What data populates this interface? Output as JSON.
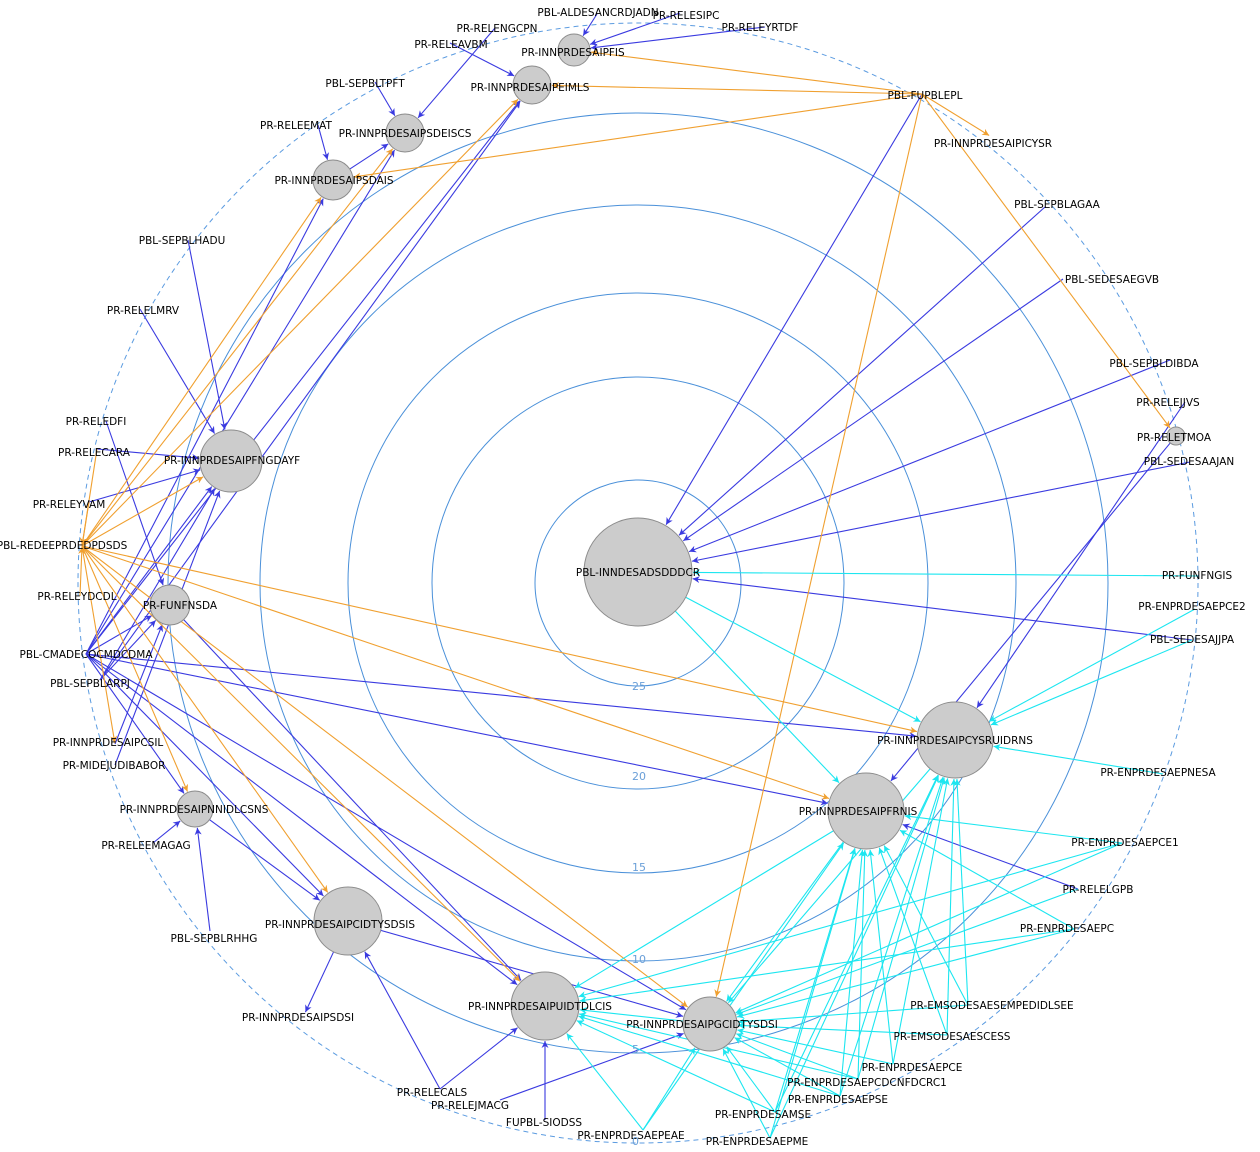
{
  "colors": {
    "background": "#ffffff",
    "ring": "#4a90d9",
    "dashed_ring": "#5b9be0",
    "ring_label": "#6a9fd8",
    "node_fill": "#cccccc",
    "node_stroke": "#8c8c8c",
    "edge_blue": "#3a3ae0",
    "edge_orange": "#f0a030",
    "edge_cyan": "#1ce6f0"
  },
  "ring_labels": [
    "25",
    "20",
    "15",
    "10",
    "5",
    "0"
  ],
  "nodes": [
    {
      "id": "center",
      "label": "PBL-INNDESADSDDDCR"
    },
    {
      "id": "cysr",
      "label": "PR-INNPRDESAIPCYSRUIDRNS"
    },
    {
      "id": "frnis",
      "label": "PR-INNPRDESAIPFRNIS"
    },
    {
      "id": "gcid",
      "label": "PR-INNPRDESAIPGCIDTYSDSI"
    },
    {
      "id": "uidt",
      "label": "PR-INNPRDESAIPUIDTDLCIS"
    },
    {
      "id": "cidty",
      "label": "PR-INNPRDESAIPCIDTYSDSIS"
    },
    {
      "id": "nnid",
      "label": "PR-INNPRDESAIPNNIDLCSNS"
    },
    {
      "id": "funf",
      "label": "PR-FUNFNSDA"
    },
    {
      "id": "pfng",
      "label": "PR-INNPRDESAIPFNGDAYF"
    },
    {
      "id": "sdais",
      "label": "PR-INNPRDESAIPSDAIS"
    },
    {
      "id": "sdei",
      "label": "PR-INNPRDESAIPSDEISCS"
    },
    {
      "id": "eiml",
      "label": "PR-INNPRDESAIPEIMLS"
    },
    {
      "id": "pfis",
      "label": "PR-INNPRDESAIPFIS"
    },
    {
      "id": "tmoa",
      "label": "PR-RELETMOA"
    },
    {
      "id": "fupb",
      "label": "PBL-FUPBLEPL"
    },
    {
      "id": "icysr",
      "label": "PR-INNPRDESAIPICYSR"
    },
    {
      "id": "sagaa",
      "label": "PBL-SEPBLAGAA"
    },
    {
      "id": "segvb",
      "label": "PBL-SEDESAEGVB"
    },
    {
      "id": "dibda",
      "label": "PBL-SEPBLDIBDA"
    },
    {
      "id": "jjvs",
      "label": "PR-RELEJJVS"
    },
    {
      "id": "ajan",
      "label": "PBL-SEDESAAJAN"
    },
    {
      "id": "fngis",
      "label": "PR-FUNFNGIS"
    },
    {
      "id": "epce2",
      "label": "PR-ENPRDESAEPCE2"
    },
    {
      "id": "ajjpa",
      "label": "PBL-SEDESAJJPA"
    },
    {
      "id": "pnesa",
      "label": "PR-ENPRDESAEPNESA"
    },
    {
      "id": "epce1",
      "label": "PR-ENPRDESAEPCE1"
    },
    {
      "id": "elgpb",
      "label": "PR-RELELGPB"
    },
    {
      "id": "epc",
      "label": "PR-ENPRDESAEPC"
    },
    {
      "id": "emso1",
      "label": "PR-EMSODESAESEMPEDIDLSEE"
    },
    {
      "id": "emso2",
      "label": "PR-EMSODESAESCESS"
    },
    {
      "id": "epce",
      "label": "PR-ENPRDESAEPCE"
    },
    {
      "id": "cdcn",
      "label": "PR-ENPRDESAEPCDCNFDCRC1"
    },
    {
      "id": "epse",
      "label": "PR-ENPRDESAEPSE"
    },
    {
      "id": "amse",
      "label": "PR-ENPRDESAMSE"
    },
    {
      "id": "epme",
      "label": "PR-ENPRDESAEPME"
    },
    {
      "id": "epeae",
      "label": "PR-ENPRDESAEPEAE"
    },
    {
      "id": "siods",
      "label": "FUPBL-SIODSS"
    },
    {
      "id": "jmacg",
      "label": "PR-RELEJMACG"
    },
    {
      "id": "cals",
      "label": "PR-RELECALS"
    },
    {
      "id": "psdsi",
      "label": "PR-INNPRDESAIPSDSI"
    },
    {
      "id": "rhhg",
      "label": "PBL-SEPBLRHHG"
    },
    {
      "id": "emagag",
      "label": "PR-RELEEMAGAG"
    },
    {
      "id": "midej",
      "label": "PR-MIDEJUDIBABOR"
    },
    {
      "id": "pcsil",
      "label": "PR-INNPRDESAIPCSIL"
    },
    {
      "id": "larpj",
      "label": "PBL-SEPBLARPJ"
    },
    {
      "id": "cmade",
      "label": "PBL-CMADECOCMDCDMA"
    },
    {
      "id": "eydcd",
      "label": "PR-RELEYDCDL"
    },
    {
      "id": "redee",
      "label": "PBL-REDEEPRDEDPDSDS"
    },
    {
      "id": "eyvam",
      "label": "PR-RELEYVAM"
    },
    {
      "id": "ecara",
      "label": "PR-RELECARA"
    },
    {
      "id": "edfi",
      "label": "PR-RELEDFI"
    },
    {
      "id": "elmrv",
      "label": "PR-RELELMRV"
    },
    {
      "id": "hadu",
      "label": "PBL-SEPBLHADU"
    },
    {
      "id": "eemat",
      "label": "PR-RELEEMAT"
    },
    {
      "id": "tpft",
      "label": "PBL-SEPBLTPFT"
    },
    {
      "id": "eavbm",
      "label": "PR-RELEAVBM"
    },
    {
      "id": "engcpn",
      "label": "PR-RELENGCPN"
    },
    {
      "id": "alde",
      "label": "PBL-ALDESANCRDJADN"
    },
    {
      "id": "esipc",
      "label": "PR-RELESIPC"
    },
    {
      "id": "eyrtdf",
      "label": "PR-RELEYRTDF"
    }
  ]
}
